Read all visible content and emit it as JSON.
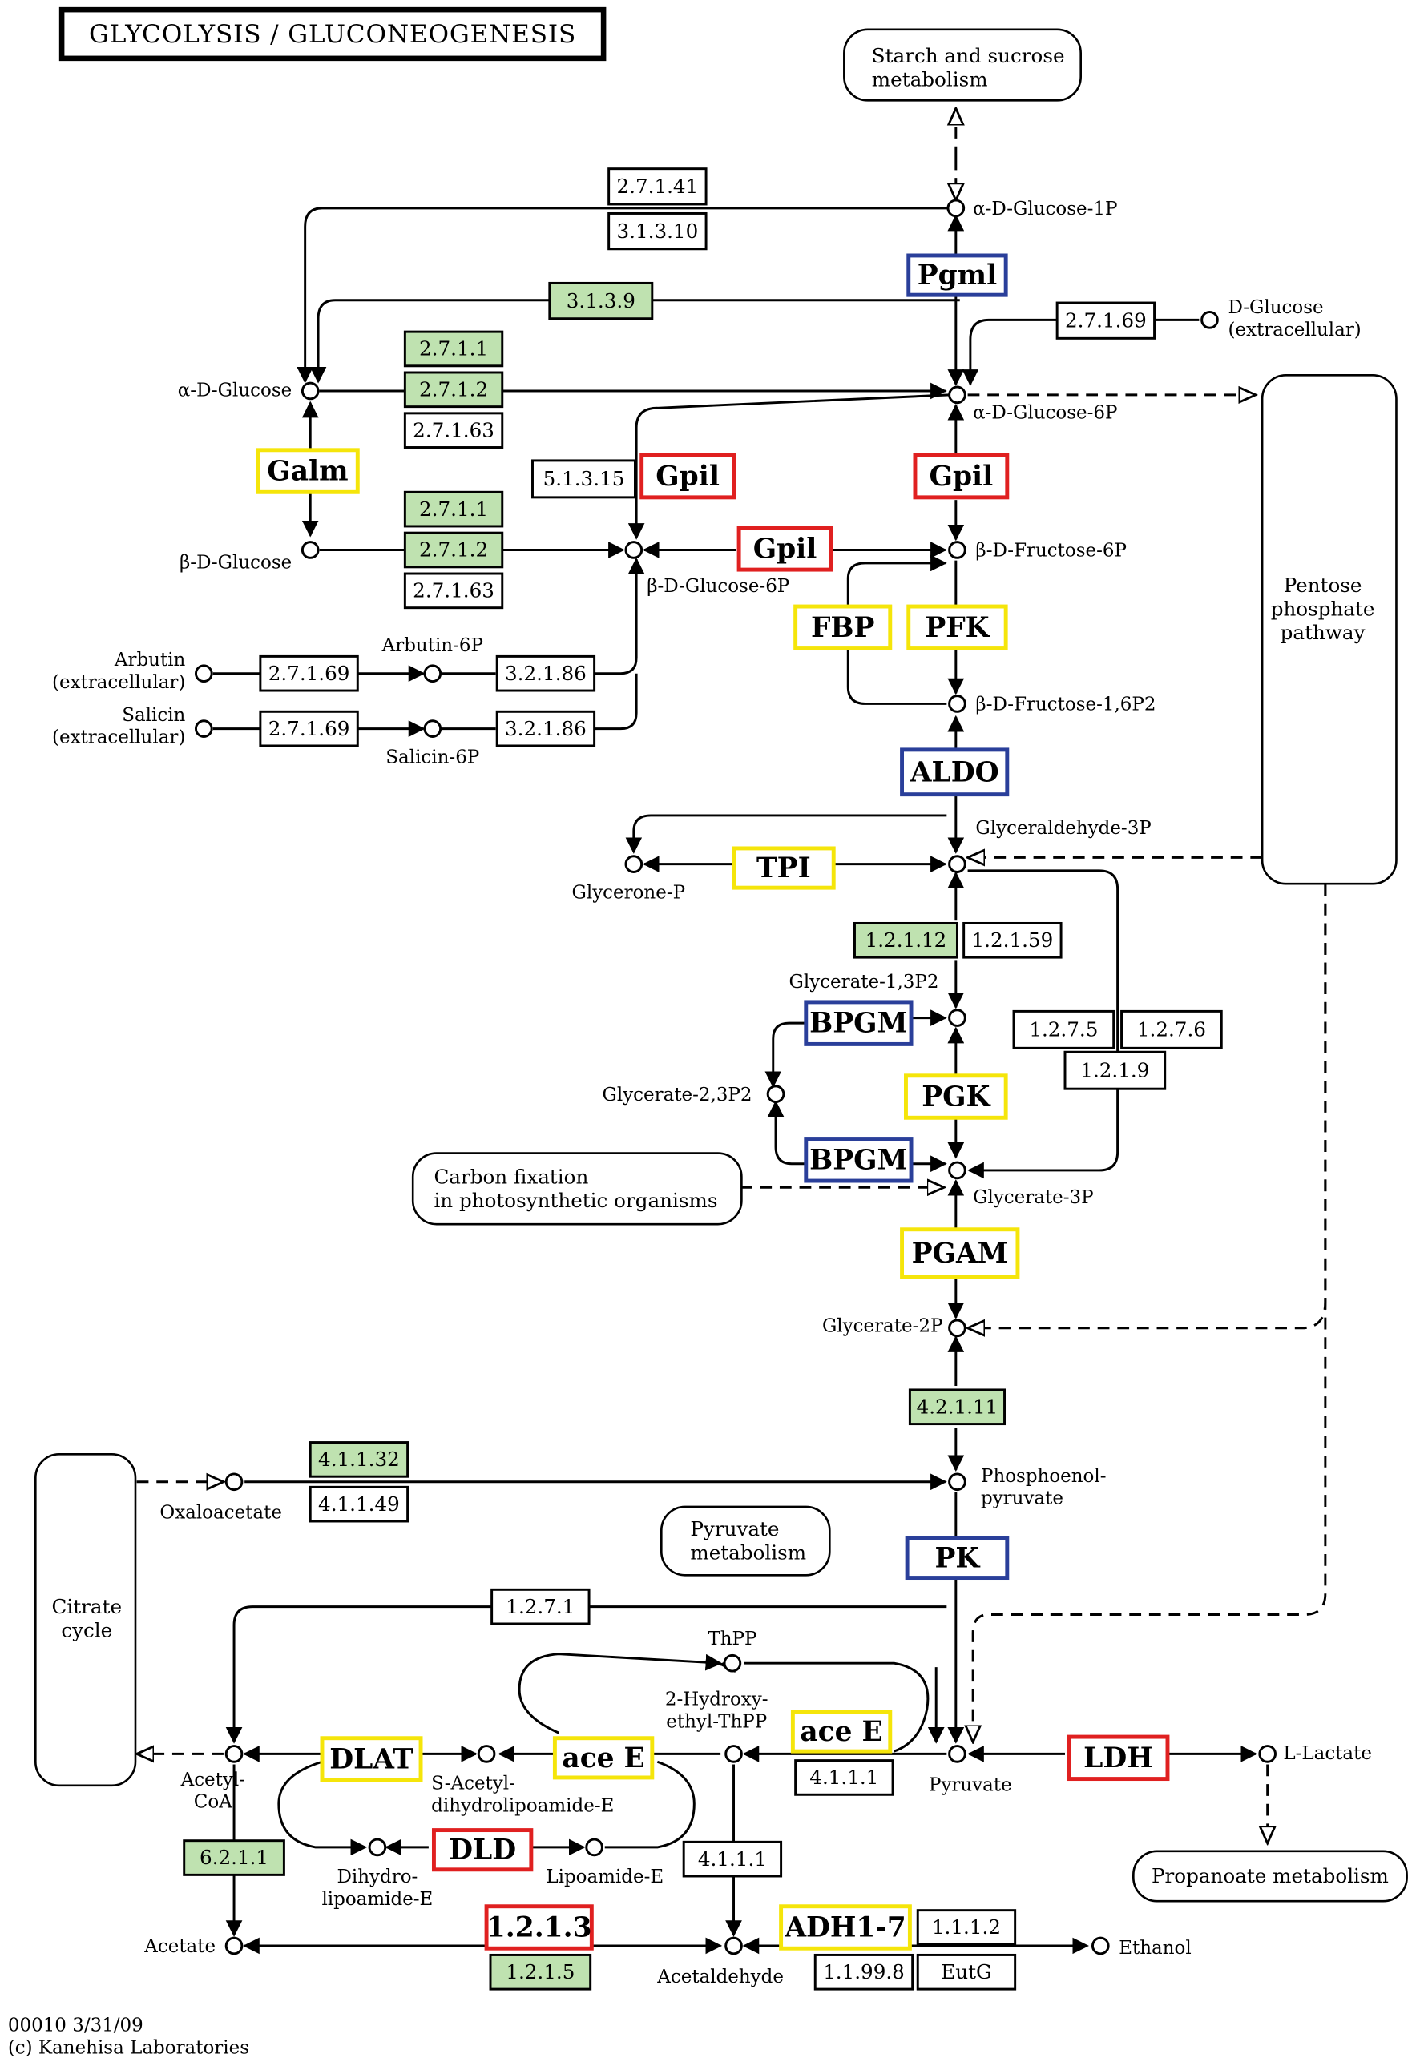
{
  "title": "GLYCOLYSIS / GLUCONEOGENESIS",
  "footer": {
    "map_id_date": "00010   3/31/09",
    "copyright": "(c) Kanehisa Laboratories"
  },
  "colors": {
    "found_green": "#bfe2b0",
    "red": "#e02020",
    "blue": "#2a3f9a",
    "yellow": "#f5e50a",
    "line": "#000000"
  },
  "pathways": {
    "starch": [
      "Starch and sucrose",
      "metabolism"
    ],
    "pentose": [
      "Pentose",
      "phosphate",
      "pathway"
    ],
    "carbon": [
      "Carbon fixation",
      "in photosynthetic organisms"
    ],
    "citrate": [
      "Citrate",
      "cycle"
    ],
    "pyruvate": [
      "Pyruvate",
      "metabolism"
    ],
    "propanoate": [
      "Propanoate metabolism"
    ]
  },
  "compounds": {
    "g1p": [
      "α-D-Glucose-1P"
    ],
    "dglc": [
      "D-Glucose",
      "(extracellular)"
    ],
    "aglc": [
      "α-D-Glucose"
    ],
    "ag6p": [
      "α-D-Glucose-6P"
    ],
    "bglc": [
      "β-D-Glucose"
    ],
    "bg6p": [
      "β-D-Glucose-6P"
    ],
    "bf6p": [
      "β-D-Fructose-6P"
    ],
    "arb": [
      "Arbutin",
      "(extracellular)"
    ],
    "arb6p": [
      "Arbutin-6P"
    ],
    "sal": [
      "Salicin",
      "(extracellular)"
    ],
    "sal6p": [
      "Salicin-6P"
    ],
    "fbp": [
      "β-D-Fructose-1,6P2"
    ],
    "gap": [
      "Glyceraldehyde-3P"
    ],
    "dhap": [
      "Glycerone-P"
    ],
    "g13p": [
      "Glycerate-1,3P2"
    ],
    "g23p": [
      "Glycerate-2,3P2"
    ],
    "g3p": [
      "Glycerate-3P"
    ],
    "g2p": [
      "Glycerate-2P"
    ],
    "pep": [
      "Phosphoenol-",
      "pyruvate"
    ],
    "oaa": [
      "Oxaloacetate"
    ],
    "thpp": [
      "ThPP"
    ],
    "hethpp": [
      "2-Hydroxy-",
      "ethyl-ThPP"
    ],
    "pyr": [
      "Pyruvate"
    ],
    "lac": [
      "L-Lactate"
    ],
    "accoa": [
      "Acetyl-",
      "CoA"
    ],
    "sacdl": [
      "S-Acetyl-",
      "dihydrolipoamide-E"
    ],
    "dhl": [
      "Dihydro-",
      "lipoamide-E"
    ],
    "lipo": [
      "Lipoamide-E"
    ],
    "acetate": [
      "Acetate"
    ],
    "acald": [
      "Acetaldehyde"
    ],
    "etoh": [
      "Ethanol"
    ]
  },
  "enzymes": {
    "e27141": {
      "label": "2.7.1.41",
      "style": "plain"
    },
    "e31310": {
      "label": "3.1.3.10",
      "style": "plain"
    },
    "e3139": {
      "label": "3.1.3.9",
      "style": "green"
    },
    "e27169a": {
      "label": "2.7.1.69",
      "style": "plain"
    },
    "e2711a": {
      "label": "2.7.1.1",
      "style": "green"
    },
    "e2712a": {
      "label": "2.7.1.2",
      "style": "green"
    },
    "e27163a": {
      "label": "2.7.1.63",
      "style": "plain"
    },
    "e2711b": {
      "label": "2.7.1.1",
      "style": "green"
    },
    "e2712b": {
      "label": "2.7.1.2",
      "style": "green"
    },
    "e27163b": {
      "label": "2.7.1.63",
      "style": "plain"
    },
    "e51315": {
      "label": "5.1.3.15",
      "style": "plain"
    },
    "e27169b": {
      "label": "2.7.1.69",
      "style": "plain"
    },
    "e32186a": {
      "label": "3.2.1.86",
      "style": "plain"
    },
    "e27169c": {
      "label": "2.7.1.69",
      "style": "plain"
    },
    "e32186b": {
      "label": "3.2.1.86",
      "style": "plain"
    },
    "e12112": {
      "label": "1.2.1.12",
      "style": "green"
    },
    "e12159": {
      "label": "1.2.1.59",
      "style": "plain"
    },
    "e1275": {
      "label": "1.2.7.5",
      "style": "plain"
    },
    "e1276": {
      "label": "1.2.7.6",
      "style": "plain"
    },
    "e1219": {
      "label": "1.2.1.9",
      "style": "plain"
    },
    "e42111": {
      "label": "4.2.1.11",
      "style": "green"
    },
    "e41132": {
      "label": "4.1.1.32",
      "style": "green"
    },
    "e41149": {
      "label": "4.1.1.49",
      "style": "plain"
    },
    "e1271": {
      "label": "1.2.7.1",
      "style": "plain"
    },
    "e4111a": {
      "label": "4.1.1.1",
      "style": "plain"
    },
    "e4111b": {
      "label": "4.1.1.1",
      "style": "plain"
    },
    "e6211": {
      "label": "6.2.1.1",
      "style": "green"
    },
    "e1215": {
      "label": "1.2.1.5",
      "style": "green"
    },
    "e1112": {
      "label": "1.1.1.2",
      "style": "plain"
    },
    "e11998": {
      "label": "1.1.99.8",
      "style": "plain"
    },
    "eutg": {
      "label": "EutG",
      "style": "plain"
    }
  },
  "genes": {
    "pgml": {
      "label": "Pgml",
      "color": "blue"
    },
    "galm": {
      "label": "Galm",
      "color": "yellow"
    },
    "gpil1": {
      "label": "Gpil",
      "color": "red"
    },
    "gpil2": {
      "label": "Gpil",
      "color": "red"
    },
    "gpil3": {
      "label": "Gpil",
      "color": "red"
    },
    "fbp": {
      "label": "FBP",
      "color": "yellow"
    },
    "pfk": {
      "label": "PFK",
      "color": "yellow"
    },
    "aldo": {
      "label": "ALDO",
      "color": "blue"
    },
    "tpi": {
      "label": "TPI",
      "color": "yellow"
    },
    "bpgm1": {
      "label": "BPGM",
      "color": "blue"
    },
    "bpgm2": {
      "label": "BPGM",
      "color": "blue"
    },
    "pgk": {
      "label": "PGK",
      "color": "yellow"
    },
    "pgam": {
      "label": "PGAM",
      "color": "yellow"
    },
    "pk": {
      "label": "PK",
      "color": "blue"
    },
    "ldh": {
      "label": "LDH",
      "color": "red"
    },
    "acee1": {
      "label": "ace E",
      "color": "yellow"
    },
    "acee2": {
      "label": "ace E",
      "color": "yellow"
    },
    "dlat": {
      "label": "DLAT",
      "color": "yellow"
    },
    "dld": {
      "label": "DLD",
      "color": "red"
    },
    "e1213": {
      "label": "1.2.1.3",
      "color": "red"
    },
    "adh": {
      "label": "ADH1-7",
      "color": "yellow"
    }
  }
}
